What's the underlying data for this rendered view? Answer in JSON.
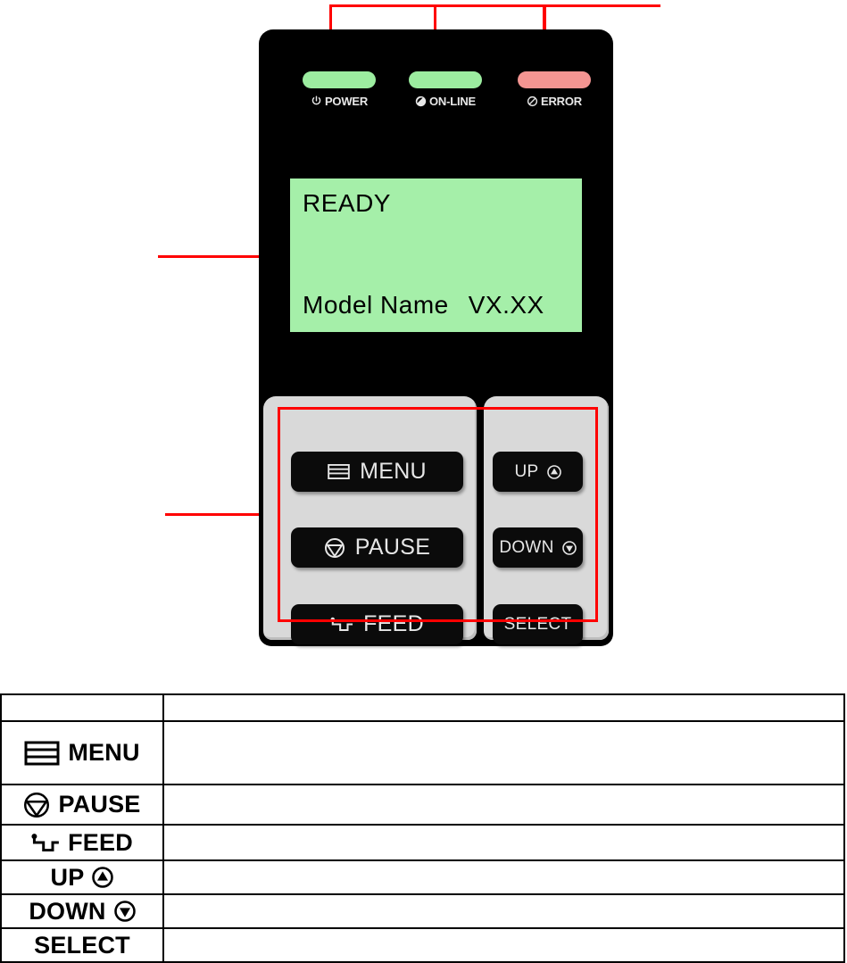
{
  "panel": {
    "leds": [
      {
        "name": "POWER",
        "label": "POWER",
        "icon": "power-icon",
        "color": "#9ceda0",
        "state": "green"
      },
      {
        "name": "ON-LINE",
        "label": "ON-LINE",
        "icon": "online-icon",
        "color": "#9ceda0",
        "state": "green"
      },
      {
        "name": "ERROR",
        "label": "ERROR",
        "icon": "error-icon",
        "color": "#f49592",
        "state": "red"
      }
    ],
    "lcd": {
      "background": "#a5efa9",
      "line1": "READY",
      "line2_left": "Model Name",
      "line2_right": "VX.XX"
    },
    "buttons": {
      "left_column": [
        {
          "id": "menu",
          "label": "MENU",
          "icon": "menu-lines-icon"
        },
        {
          "id": "pause",
          "label": "PAUSE",
          "icon": "pause-circle-icon"
        },
        {
          "id": "feed",
          "label": "FEED",
          "icon": "feed-arrow-icon"
        }
      ],
      "right_column": [
        {
          "id": "up",
          "label": "UP",
          "icon": "up-triangle-circle-icon"
        },
        {
          "id": "down",
          "label": "DOWN",
          "icon": "down-triangle-circle-icon"
        },
        {
          "id": "select",
          "label": "SELECT",
          "icon": ""
        }
      ]
    },
    "highlight_color": "#ff0000",
    "body_color": "#000000",
    "keypad_tray_color": "#d9d9d9"
  },
  "table": {
    "rows": [
      {
        "key": "",
        "icon": "",
        "desc": ""
      },
      {
        "key": "MENU",
        "icon": "menu-lines-icon",
        "desc": ""
      },
      {
        "key": "PAUSE",
        "icon": "pause-circle-icon",
        "desc": ""
      },
      {
        "key": "FEED",
        "icon": "feed-arrow-icon",
        "desc": ""
      },
      {
        "key": "UP",
        "icon": "up-triangle-circle-icon",
        "desc": ""
      },
      {
        "key": "DOWN",
        "icon": "down-triangle-circle-icon",
        "desc": ""
      },
      {
        "key": "SELECT",
        "icon": "",
        "desc": ""
      }
    ]
  }
}
